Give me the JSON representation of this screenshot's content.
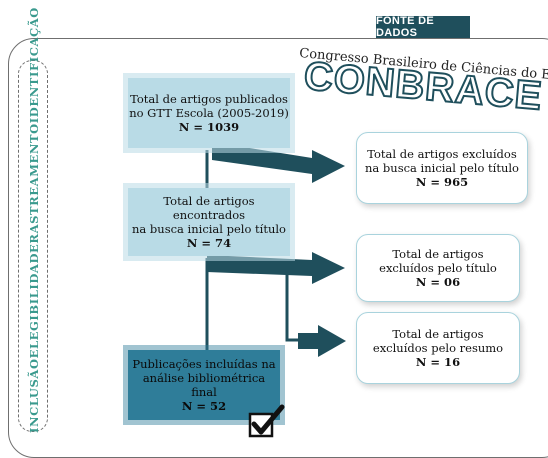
{
  "header": {
    "source_tag": "FONTE DE DADOS"
  },
  "logo": {
    "subtitle": "Congresso Brasileiro de Ciências do Esporte",
    "name": "CONBRACE"
  },
  "stages": [
    "INCLUSÃO",
    "ELEGIBILIDADE",
    "RASTREAMENTO",
    "IDENTIFICAÇÃO"
  ],
  "flow": {
    "box1": {
      "line1": "Total de artigos publicados",
      "line2": "no GTT Escola (2005-2019)",
      "n": "N = 1039"
    },
    "box2": {
      "line1": "Total de artigos encontrados",
      "line2": "na busca inicial pelo título",
      "n": "N = 74"
    },
    "box3": {
      "line1": "Publicações incluídas na",
      "line2": "análise  bibliométrica final",
      "n": "N = 52"
    },
    "excluded1": {
      "line1": "Total de artigos excluídos",
      "line2": "na busca inicial pelo título",
      "n": "N = 965"
    },
    "excluded2": {
      "line1": "Total de artigos",
      "line2": "excluídos pelo título",
      "n": "N = 06"
    },
    "excluded3": {
      "line1": "Total de artigos",
      "line2": "excluídos pelo resumo",
      "n": "N = 16"
    }
  },
  "colors": {
    "arrow": "#1f4f5c",
    "box_light": "#b9dbe6",
    "box_dark": "#2f7d99",
    "stage_text": "#3a9a8e"
  },
  "icons": {
    "final_mark": "checkbox-checked-icon"
  }
}
